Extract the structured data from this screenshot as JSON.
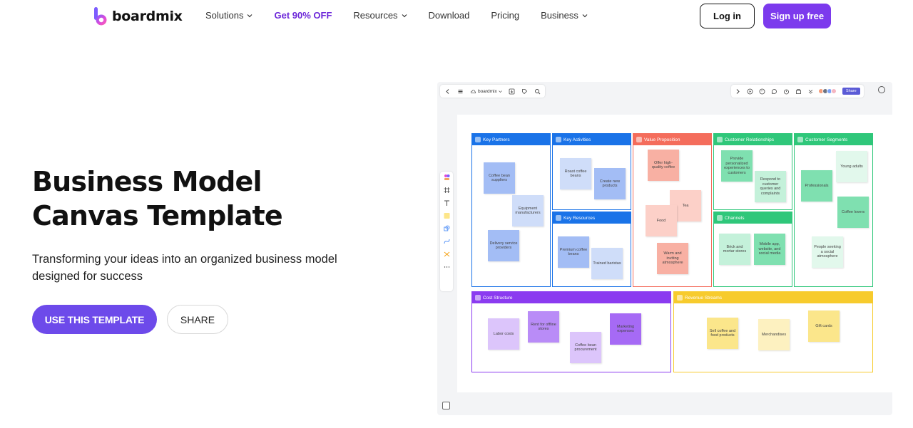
{
  "nav": {
    "logo_text": "boardmix",
    "links": [
      {
        "label": "Solutions",
        "has_dropdown": true
      },
      {
        "label": "Get 90% OFF",
        "has_dropdown": false
      },
      {
        "label": "Resources",
        "has_dropdown": true
      },
      {
        "label": "Download",
        "has_dropdown": false
      },
      {
        "label": "Pricing",
        "has_dropdown": false
      },
      {
        "label": "Business",
        "has_dropdown": true
      }
    ],
    "login_label": "Log in",
    "signup_label": "Sign up free",
    "colors": {
      "brand_purple": "#7c3aed",
      "promo": "#6d28d9"
    }
  },
  "hero": {
    "title_line1": "Business Model",
    "title_line2": "Canvas Template",
    "subtitle": "Transforming your ideas into an organized business model designed for success",
    "use_button": "USE THIS TEMPLATE",
    "share_button": "SHARE"
  },
  "preview": {
    "toolbar": {
      "board_name": "boardmix",
      "share_label": "Share"
    },
    "blocks": {
      "key_partners": {
        "title": "Key Partners",
        "color": "#1a73e8"
      },
      "key_activities": {
        "title": "Key Activities",
        "color": "#1a73e8"
      },
      "key_resources": {
        "title": "Key Resources",
        "color": "#1a73e8"
      },
      "value_proposition": {
        "title": "Value Proposition",
        "color": "#f46d5c"
      },
      "customer_relationships": {
        "title": "Customer Relationships",
        "color": "#2fc77a"
      },
      "channels": {
        "title": "Channels",
        "color": "#2fc77a"
      },
      "customer_segments": {
        "title": "Customer Segments",
        "color": "#2fc77a"
      },
      "cost_structure": {
        "title": "Cost Structure",
        "color": "#8b3bf0"
      },
      "revenue_streams": {
        "title": "Revenue Streams",
        "color": "#f7cb2d"
      }
    },
    "notes": {
      "kp1": "Coffee bean suppliers",
      "kp2": "Equipment manufacturers",
      "kp3": "Delivery service providers",
      "ka1": "Roast coffee beans",
      "ka2": "Create new products",
      "kr1": "Premium coffee beans",
      "kr2": "Trained baristas",
      "vp1": "Offer high-quality coffee",
      "vp2": "Tea",
      "vp3": "Food",
      "vp4": "Warm and inviting atmosphere",
      "cr1": "Provide personalized experiences to customers",
      "cr2": "Respond to customer queries and complaints",
      "ch1": "Brick and mortar stores",
      "ch2": "Mobile app, website, and social media",
      "cs1": "Young adults",
      "cs2": "Professionals",
      "cs3": "Coffee lovers",
      "cs4": "People seeking a social atmosphere",
      "cost1": "Labor costs",
      "cost2": "Rent for offline stores",
      "cost3": "Coffee bean procurement",
      "cost4": "Marketing expenses",
      "rev1": "Sell coffee and food products",
      "rev2": "Merchandises",
      "rev3": "Gift cards"
    }
  }
}
